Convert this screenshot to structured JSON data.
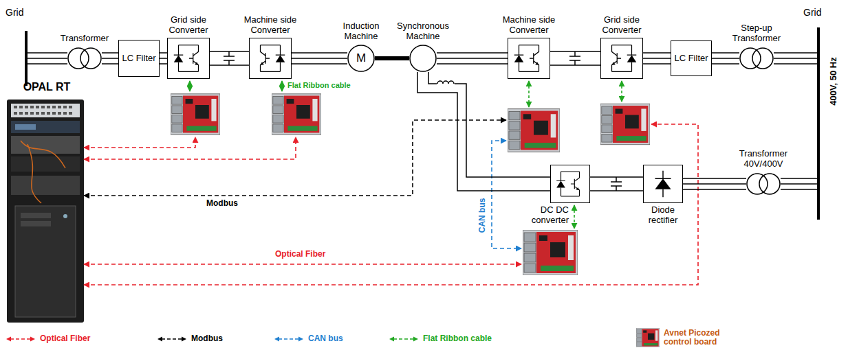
{
  "diagram": {
    "nodes": [
      {
        "text": [
          "Transformer"
        ]
      },
      {
        "text": [
          "LC Filter"
        ]
      },
      {
        "text": [
          "Grid side Converter"
        ]
      },
      {
        "text": [
          "Machine side Converter"
        ]
      },
      {
        "text": [
          "Induction Machine",
          "M"
        ]
      },
      {
        "text": [
          "Synchronous Machine"
        ]
      },
      {
        "text": [
          "Machine side Converter"
        ]
      },
      {
        "text": [
          "Grid side Converter"
        ]
      },
      {
        "text": [
          "LC Filter"
        ]
      },
      {
        "text": [
          "Step-up Transformer"
        ]
      },
      {
        "text": [
          "DC DC converter"
        ]
      },
      {
        "text": [
          "Diode rectifier"
        ]
      },
      {
        "text": [
          "Transformer 40V/400V"
        ]
      }
    ],
    "edges": [
      {
        "from": 0,
        "to": 1,
        "arrow": "none"
      },
      {
        "from": 1,
        "to": 2,
        "arrow": "none"
      },
      {
        "from": 2,
        "to": 3,
        "arrow": "none"
      },
      {
        "from": 3,
        "to": 4,
        "arrow": "none"
      },
      {
        "from": 4,
        "to": 5,
        "arrow": "none"
      },
      {
        "from": 5,
        "to": 6,
        "arrow": "none"
      },
      {
        "from": 6,
        "to": 7,
        "arrow": "none"
      },
      {
        "from": 7,
        "to": 8,
        "arrow": "none"
      },
      {
        "from": 8,
        "to": 9,
        "arrow": "none"
      },
      {
        "from": 5,
        "to": 10,
        "arrow": "none"
      },
      {
        "from": 10,
        "to": 11,
        "arrow": "none"
      },
      {
        "from": 11,
        "to": 12,
        "arrow": "none"
      }
    ],
    "labels": [
      "Grid",
      "Grid",
      "400V, 50 Hz",
      "OPAL RT",
      "Flat Ribbon cable",
      "Modbus",
      "CAN bus",
      "Optical Fiber"
    ],
    "legend": [
      {
        "text": "Optical Fiber"
      },
      {
        "text": "Modbus"
      },
      {
        "text": "CAN bus"
      },
      {
        "text": "Flat Ribbon cable"
      },
      {
        "text": "Avnet Picozed control board"
      }
    ]
  }
}
